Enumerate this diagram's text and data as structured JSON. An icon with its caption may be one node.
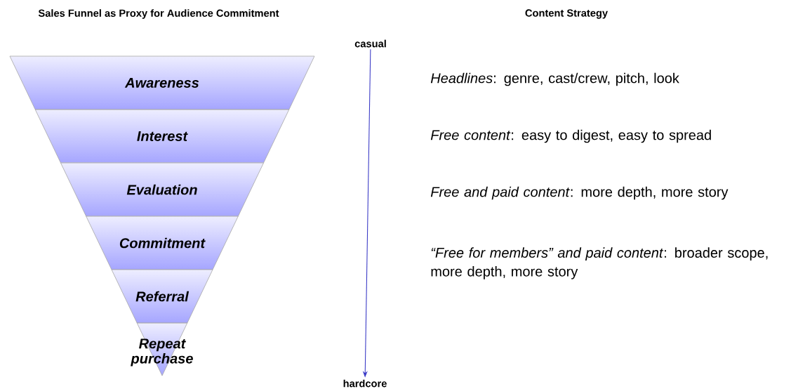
{
  "diagram": {
    "nodes": [
      {
        "text": [
          "Awareness"
        ]
      },
      {
        "text": [
          "Interest"
        ]
      },
      {
        "text": [
          "Evaluation"
        ]
      },
      {
        "text": [
          "Commitment"
        ]
      },
      {
        "text": [
          "Referral"
        ]
      },
      {
        "text": [
          "Repeat purchase"
        ]
      },
      {
        "text": [
          "casual"
        ]
      },
      {
        "text": [
          "hardcore"
        ]
      }
    ],
    "edges": [
      {
        "from": 6,
        "to": 7,
        "arrow": "to"
      }
    ],
    "labels": [
      "Sales Funnel as Proxy for Audience Commitment",
      "Content Strategy",
      "*Headlines*: genre, cast/crew, pitch, look",
      "*Free content*: easy to digest, easy to spread",
      "*Free and paid content*: more depth, more story",
      "*“Free for members” and paid content*: broader scope, more depth, more story"
    ]
  }
}
